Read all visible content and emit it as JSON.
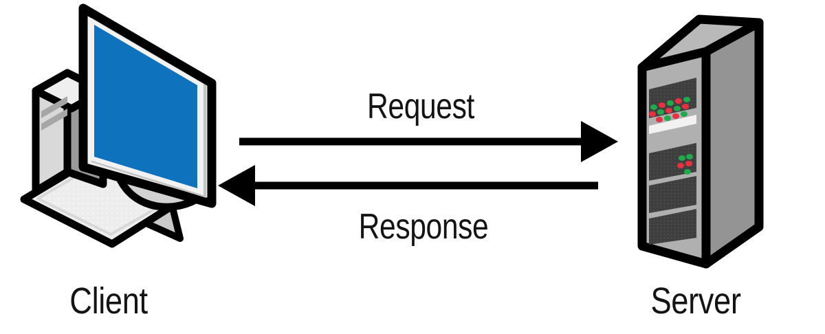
{
  "diagram": {
    "type": "flow-diagram",
    "title": "Client Server Request Response",
    "background_color": "#ffffff",
    "stroke_color": "#000000",
    "text_color": "#141414"
  },
  "nodes": [
    {
      "id": "client",
      "label": "Client",
      "icon": "desktop-computer-icon",
      "position": "left",
      "colors": {
        "screen": "#0f72bc",
        "bezel": "#e9e9e9",
        "bezel_shadow": "#c3c3c3",
        "tower_front": "#d9d9d9",
        "tower_side": "#9a9a9a",
        "tower_top": "#efefef",
        "keyboard": "#ededed",
        "keyboard_side": "#c9c9c9",
        "stand": "#d2d2d2",
        "outline": "#000000"
      }
    },
    {
      "id": "server",
      "label": "Server",
      "icon": "server-tower-icon",
      "position": "right",
      "colors": {
        "front": "#b0b0b0",
        "side": "#949494",
        "top": "#b9b9b9",
        "bay": "#3f3f3f",
        "slot": "#f2f2f2",
        "led_green": "#1faa4b",
        "led_red": "#e8303f",
        "outline": "#000000"
      },
      "bays": 4,
      "led_rows": 3
    }
  ],
  "arrows": [
    {
      "id": "request-arrow",
      "label": "Request",
      "direction": "client-to-server",
      "points_to": "right",
      "label_position": "above",
      "color": "#000000"
    },
    {
      "id": "response-arrow",
      "label": "Response",
      "direction": "server-to-client",
      "points_to": "left",
      "label_position": "below",
      "color": "#000000"
    }
  ]
}
